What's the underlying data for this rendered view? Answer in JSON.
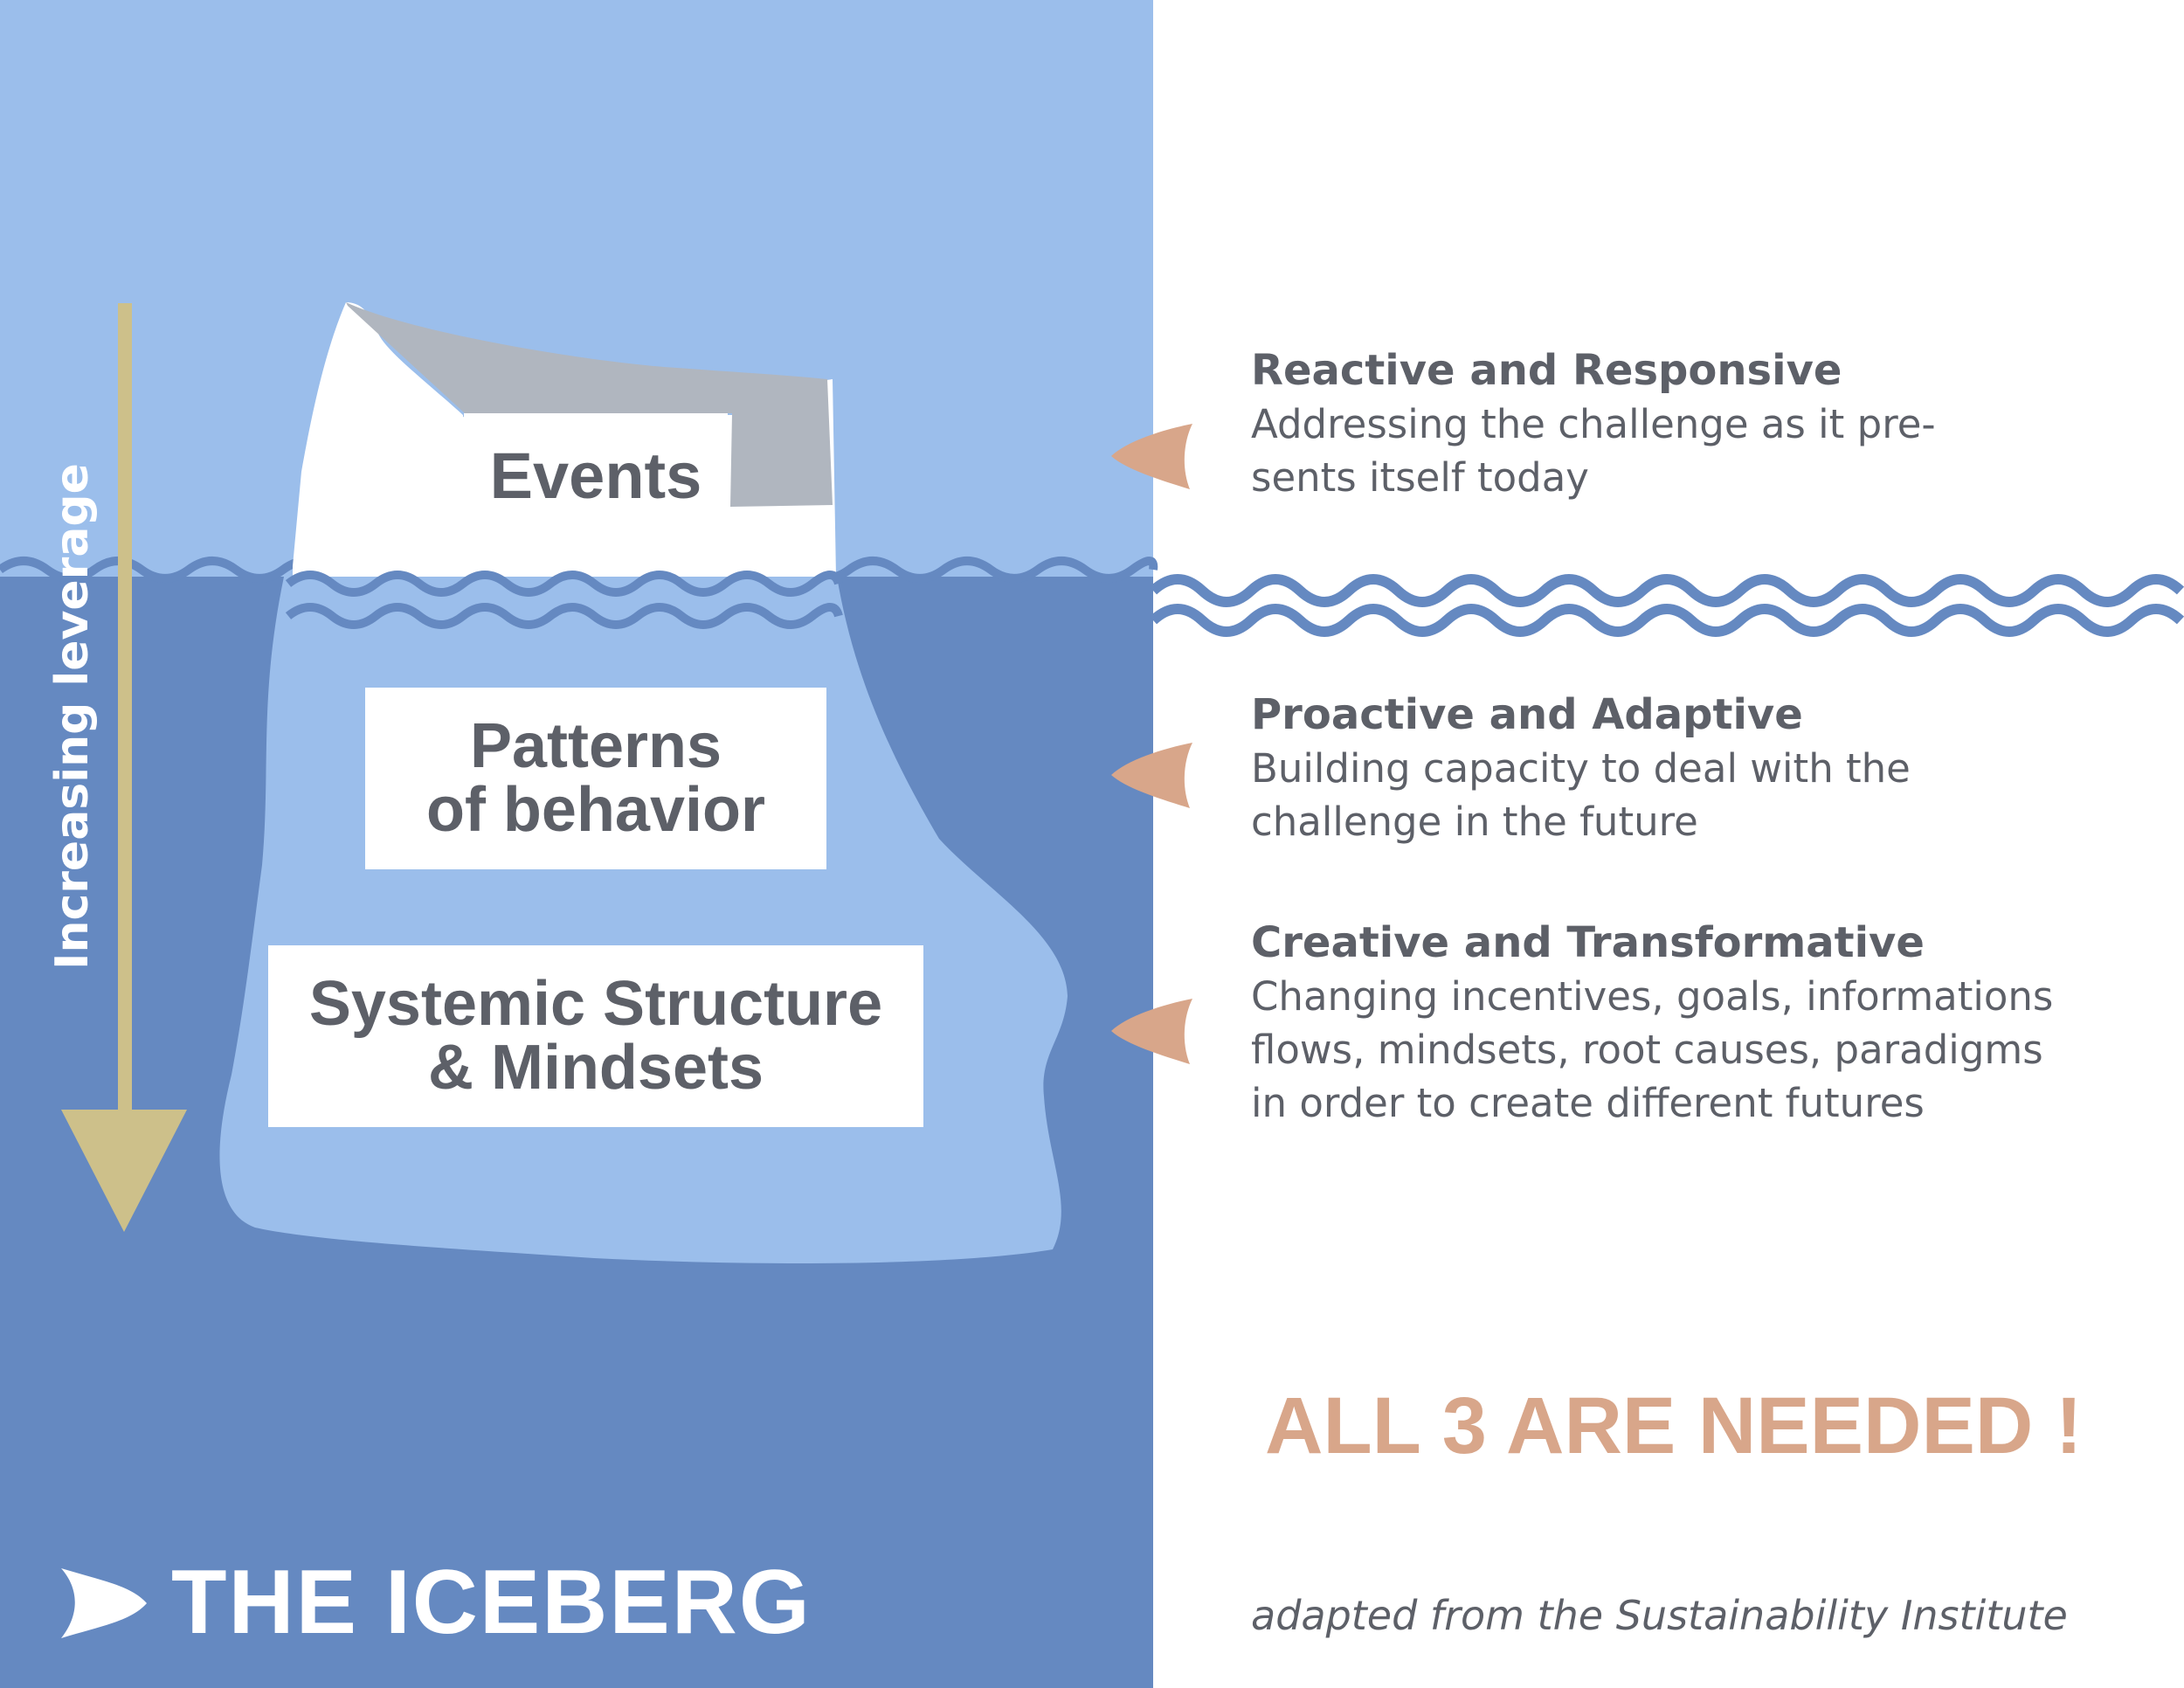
{
  "colors": {
    "sky": "#9bbeeb",
    "deep_water": "#6589c1",
    "iceberg_below": "#9bbeeb",
    "iceberg_above": "#ffffff",
    "iceberg_shadow": "#b0b6bf",
    "wave": "#6589c1",
    "arrow": "#cdc08a",
    "pointer": "#d8a68a",
    "text_dark": "#5d6068",
    "accent_text": "#d8a68a"
  },
  "iceberg": {
    "levels": [
      {
        "lines": [
          "Events"
        ]
      },
      {
        "lines": [
          "Patterns",
          "of behavior"
        ]
      },
      {
        "lines": [
          "Systemic Structure",
          "& Mindsets"
        ]
      }
    ]
  },
  "leverage_arrow": {
    "label": "Increasing leverage"
  },
  "title": "THE ICEBERG",
  "responses": [
    {
      "heading": "Reactive and Responsive",
      "lines": [
        "Addressing the challenge as it pre-",
        "sents itself today"
      ]
    },
    {
      "heading": "Proactive and Adaptive",
      "lines": [
        "Building capacity to deal with the",
        "challenge in the future"
      ]
    },
    {
      "heading": "Creative and Transformative",
      "lines": [
        "Changing incentives, goals, informations",
        "flows, mindsets, root causes, paradigms",
        "in order to create different futures"
      ]
    }
  ],
  "callout": "ALL 3 ARE NEEDED !",
  "credit": "adapted from the Sustainability Institute"
}
